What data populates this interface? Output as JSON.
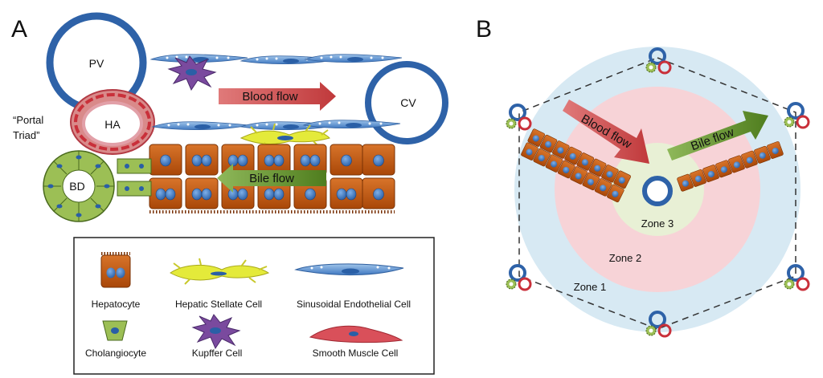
{
  "panel_a": {
    "letter": "A",
    "pv": "PV",
    "ha": "HA",
    "cv": "CV",
    "bd": "BD",
    "portal_triad_line1": "“Portal",
    "portal_triad_line2": "Triad”",
    "blood_flow": "Blood flow",
    "bile_flow": "Bile flow"
  },
  "legend": {
    "items": [
      {
        "label": "Hepatocyte",
        "icon": "hepatocyte-icon"
      },
      {
        "label": "Hepatic Stellate Cell",
        "icon": "stellate-cell-icon"
      },
      {
        "label": "Sinusoidal Endothelial Cell",
        "icon": "endothelial-cell-icon"
      },
      {
        "label": "Cholangiocyte",
        "icon": "cholangiocyte-icon"
      },
      {
        "label": "Kupffer Cell",
        "icon": "kupffer-cell-icon"
      },
      {
        "label": "Smooth Muscle Cell",
        "icon": "smooth-muscle-cell-icon"
      }
    ]
  },
  "panel_b": {
    "letter": "B",
    "blood_flow": "Blood flow",
    "bile_flow": "Bile flow",
    "zone1": "Zone 1",
    "zone2": "Zone 2",
    "zone3": "Zone 3"
  },
  "colors": {
    "vessel_blue": "#2e62a8",
    "artery_red": "#c9303a",
    "blood_arrow": "#c0393b",
    "bile_arrow": "#5e8c2b",
    "hepatocyte": "#c2560e",
    "cholangiocyte": "#9cbf55",
    "stellate": "#e4ea3a",
    "kupffer": "#7a4a9e",
    "zone1": "#d7e9f3",
    "zone2": "#f7d3d7",
    "zone3": "#e8f0d5"
  }
}
